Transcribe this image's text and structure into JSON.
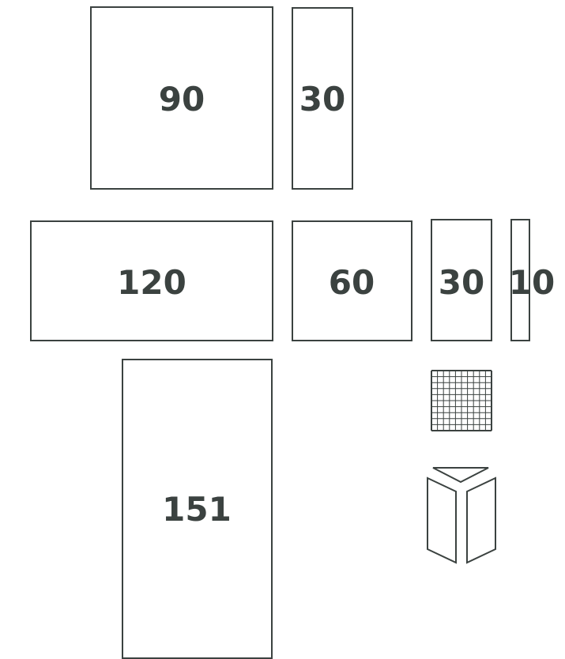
{
  "diagram": {
    "stroke_color": "#3b4240",
    "background_color": "#ffffff",
    "blocks": [
      {
        "id": "block-90",
        "label": "90"
      },
      {
        "id": "block-30-top",
        "label": "30"
      },
      {
        "id": "block-120",
        "label": "120"
      },
      {
        "id": "block-60",
        "label": "60"
      },
      {
        "id": "block-30-mid",
        "label": "30"
      },
      {
        "id": "block-10",
        "label": "10"
      },
      {
        "id": "block-151",
        "label": "151"
      }
    ],
    "icons": [
      {
        "id": "grid",
        "icon": "grid-icon"
      },
      {
        "id": "cube",
        "icon": "cube-icon"
      }
    ]
  }
}
